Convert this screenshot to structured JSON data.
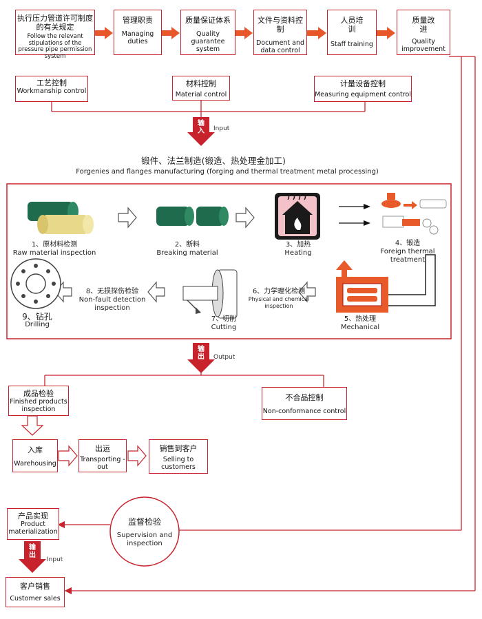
{
  "top_row": [
    {
      "zh": "执行压力管道许可制度的有关规定",
      "en": "Follow the relevant stipulations of the pressure pipe permission system"
    },
    {
      "zh": "管理职责",
      "en": "Managing duties"
    },
    {
      "zh": "质量保证体系",
      "en": "Quality guarantee system"
    },
    {
      "zh": "文件与资料控制",
      "en": "Document and data control"
    },
    {
      "zh": "人员培训",
      "en": "Staff training"
    },
    {
      "zh": "质量改进",
      "en": "Quality improvement"
    }
  ],
  "controls": [
    {
      "zh": "工艺控制",
      "en": "Workmanship control"
    },
    {
      "zh": "材料控制",
      "en": "Material control"
    },
    {
      "zh": "计量设备控制",
      "en": "Measuring equipment control"
    }
  ],
  "input_arrow": {
    "zh": "输入",
    "en": "Input"
  },
  "manufacturing": {
    "title_zh": "锻件、法兰制造(锻造、热处理金加工)",
    "title_en": "Forgenies and flanges manufacturing (forging and thermal treatment metal processing)"
  },
  "steps": [
    {
      "zh": "1、原材料检测",
      "en": "Raw material inspection"
    },
    {
      "zh": "2、断料",
      "en": "Breaking material"
    },
    {
      "zh": "3、加热",
      "en": "Heating"
    },
    {
      "zh": "4、锻造",
      "en": "Foreign thermal treatment"
    },
    {
      "zh": "5、热处理",
      "en": "Mechanical"
    },
    {
      "zh": "6、力学理化检测",
      "en": "Physical and chemical inspection"
    },
    {
      "zh": "7、切削",
      "en": "Cutting"
    },
    {
      "zh": "8、无损探伤检验",
      "en": "Non-fault detection inspection"
    },
    {
      "zh": "9、钻孔",
      "en": "Drilling"
    }
  ],
  "output_arrow": {
    "zh": "输出",
    "en": "Output"
  },
  "finished": {
    "zh": "成品检验",
    "en": "Finished products inspection"
  },
  "nonconf": {
    "zh": "不合品控制",
    "en": "Non-conformance control"
  },
  "chain": [
    {
      "zh": "入库",
      "en": "Warehousing"
    },
    {
      "zh": "出运",
      "en": "Transporting -out"
    },
    {
      "zh": "销售到客户",
      "en": "Selling to customers"
    }
  ],
  "product": {
    "zh": "产品实现",
    "en": "Product materialization"
  },
  "supervision": {
    "zh": "监督检验",
    "en": "Supervision and inspection"
  },
  "bottom_arrow": {
    "zh": "输出",
    "en": "Input"
  },
  "customer": {
    "zh": "客户销售",
    "en": "Customer sales"
  },
  "colors": {
    "accent": "#c8232c",
    "arrow": "#e8572a",
    "dark_green": "#1f6b4e",
    "cream": "#e8d98a",
    "pink": "#f3c1c8"
  }
}
